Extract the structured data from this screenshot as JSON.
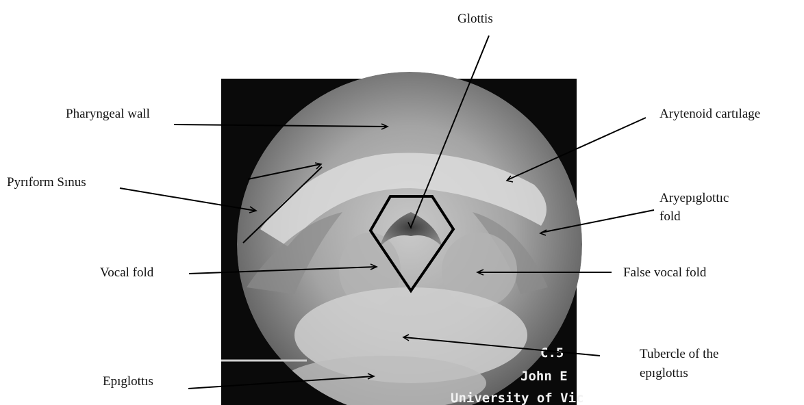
{
  "labels": {
    "glottis": "Glottis",
    "pharyngeal_wall": "Pharyngeal wall",
    "arytenoid_cartilage": "Arytenoid cartılage",
    "pyriform_sinus": "Pyrıform Sınus",
    "aryepiglottic_fold_line1": "Aryepıglottıc",
    "aryepiglottic_fold_line2": "fold",
    "vocal_fold": "Vocal fold",
    "false_vocal_fold": "False vocal fold",
    "tubercle_line1": "Tubercle of the",
    "tubercle_line2": "epıglottıs",
    "epiglottis": "Epıglottıs"
  },
  "overlay": {
    "code": "C.5",
    "name": "John E",
    "institution": "University of Vic"
  },
  "colors": {
    "frame": "#0a0a0a",
    "tissue_light": "#d6d6d6",
    "tissue_mid": "#9a9a9a",
    "outline": "#000000"
  }
}
